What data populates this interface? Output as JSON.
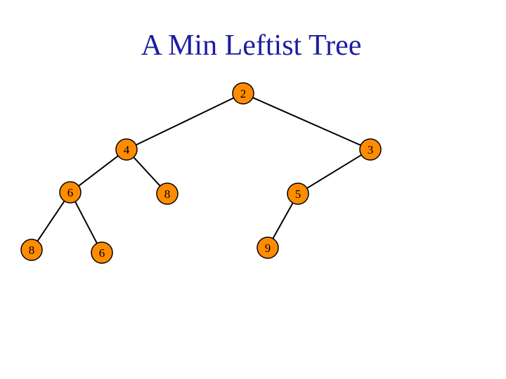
{
  "title": "A Min Leftist Tree",
  "colors": {
    "title": "#1c1ca0",
    "node_fill": "#ff8c00",
    "node_stroke": "#000000",
    "edge": "#000000"
  },
  "tree": {
    "nodes": [
      {
        "id": "n2_root",
        "label": "2"
      },
      {
        "id": "n4",
        "label": "4"
      },
      {
        "id": "n3",
        "label": "3"
      },
      {
        "id": "n6a",
        "label": "6"
      },
      {
        "id": "n8a",
        "label": "8"
      },
      {
        "id": "n5",
        "label": "5"
      },
      {
        "id": "n8b",
        "label": "8"
      },
      {
        "id": "n6b",
        "label": "6"
      },
      {
        "id": "n9",
        "label": "9"
      }
    ],
    "edges": [
      [
        "n2_root",
        "n4"
      ],
      [
        "n2_root",
        "n3"
      ],
      [
        "n4",
        "n6a"
      ],
      [
        "n4",
        "n8a"
      ],
      [
        "n3",
        "n5"
      ],
      [
        "n6a",
        "n8b"
      ],
      [
        "n6a",
        "n6b"
      ],
      [
        "n5",
        "n9"
      ]
    ]
  }
}
